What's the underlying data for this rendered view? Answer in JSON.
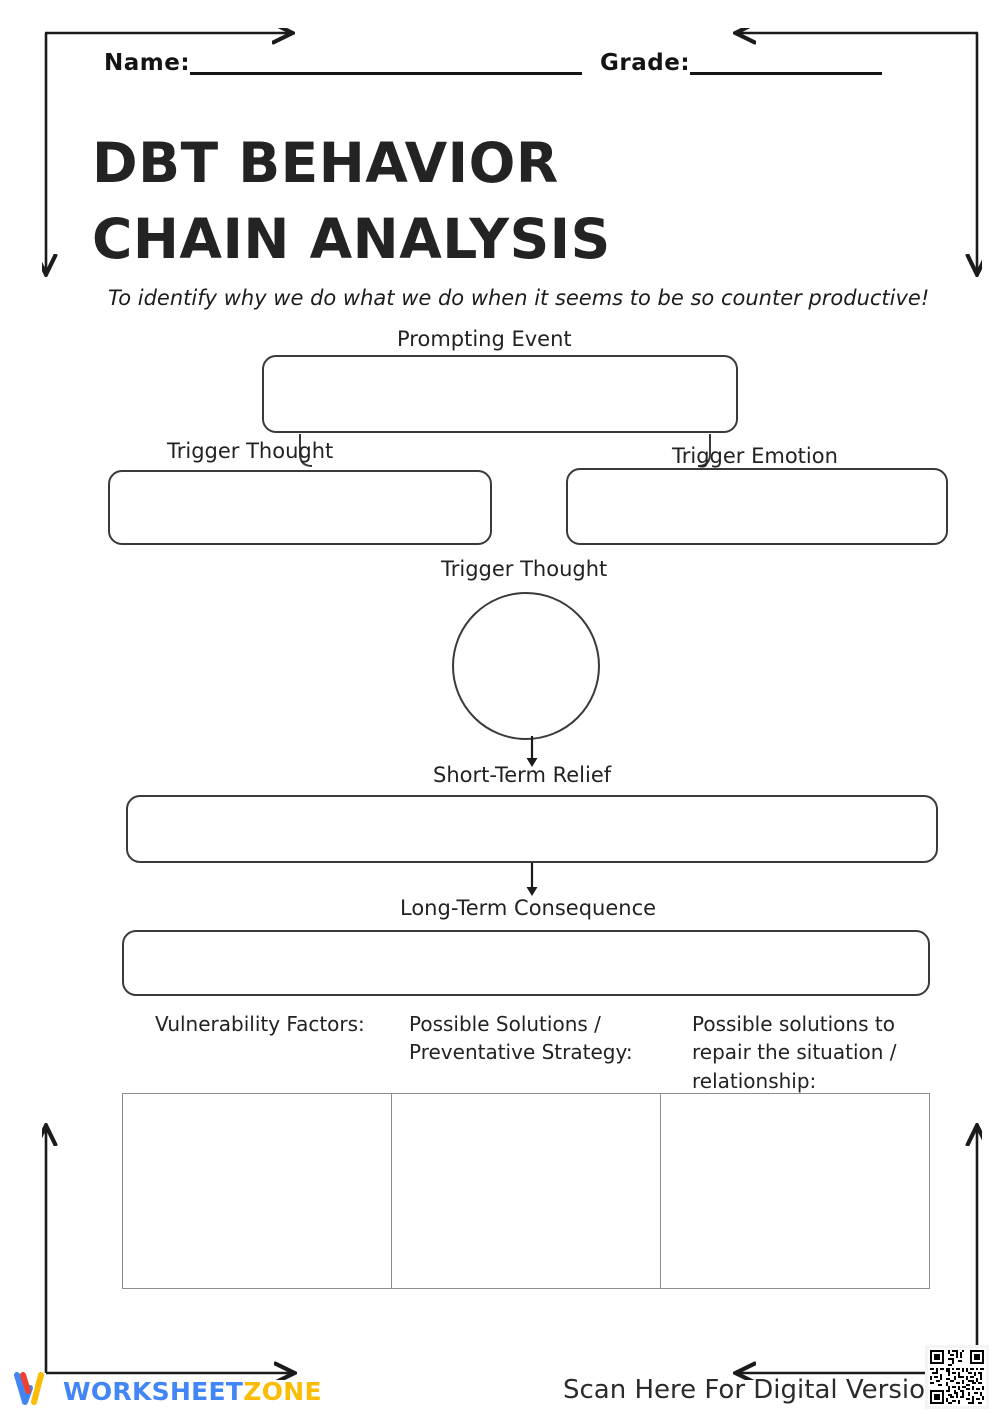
{
  "header": {
    "name_label": "Name:",
    "grade_label": "Grade:"
  },
  "title": {
    "line1": "DBT BEHAVIOR",
    "line2": "CHAIN ANALYSIS"
  },
  "subtitle": "To identify why we do what we do when it seems to be so counter productive!",
  "diagram": {
    "prompting_event_label": "Prompting Event",
    "trigger_thought_label": "Trigger Thought",
    "trigger_emotion_label": "Trigger Emotion",
    "circle_label": "Trigger Thought",
    "short_term_label": "Short-Term Relief",
    "long_term_label": "Long-Term Consequence"
  },
  "table": {
    "columns": [
      "Vulnerability Factors:",
      "Possible Solutions /\nPreventative Strategy:",
      "Possible solutions to\nrepair the situation /\nrelationship:"
    ],
    "col1": "Vulnerability Factors:",
    "col2_line1": "Possible Solutions /",
    "col2_line2": "Preventative Strategy:",
    "col3_line1": "Possible solutions to",
    "col3_line2": "repair the situation /",
    "col3_line3": "relationship:"
  },
  "footer": {
    "logo_word1": "WORKSHEET",
    "logo_word2": "ZONE",
    "scan_text": "Scan Here For Digital Version"
  },
  "colors": {
    "ink": "#222222",
    "box_stroke": "#3a3a3a",
    "table_stroke": "#8d8d8d",
    "logo_blue": "#4285F4",
    "logo_yellow": "#FBBC05",
    "logo_red": "#EA4335"
  }
}
